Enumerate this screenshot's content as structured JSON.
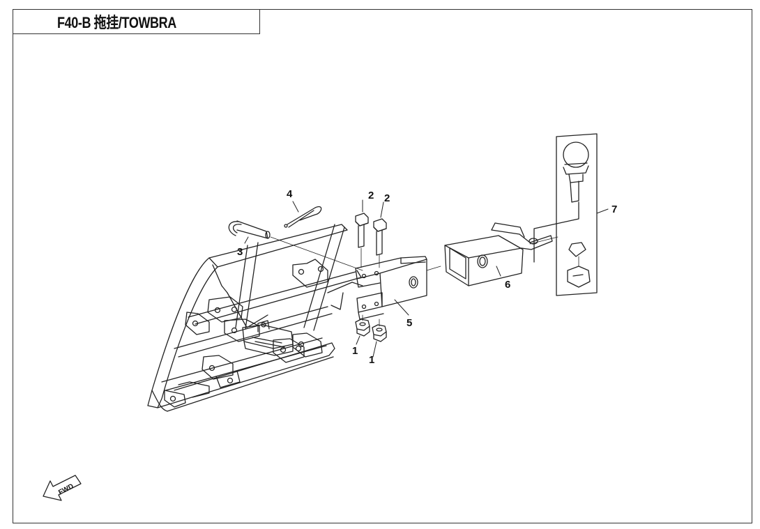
{
  "title": "F40-B 拖挂/TOWBRA",
  "callouts": [
    {
      "id": "1a",
      "label": "1"
    },
    {
      "id": "1b",
      "label": "1"
    },
    {
      "id": "2a",
      "label": "2"
    },
    {
      "id": "2b",
      "label": "2"
    },
    {
      "id": "3",
      "label": "3"
    },
    {
      "id": "4",
      "label": "4"
    },
    {
      "id": "5",
      "label": "5"
    },
    {
      "id": "6",
      "label": "6"
    },
    {
      "id": "7",
      "label": "7"
    }
  ],
  "direction_marker": "FWD"
}
